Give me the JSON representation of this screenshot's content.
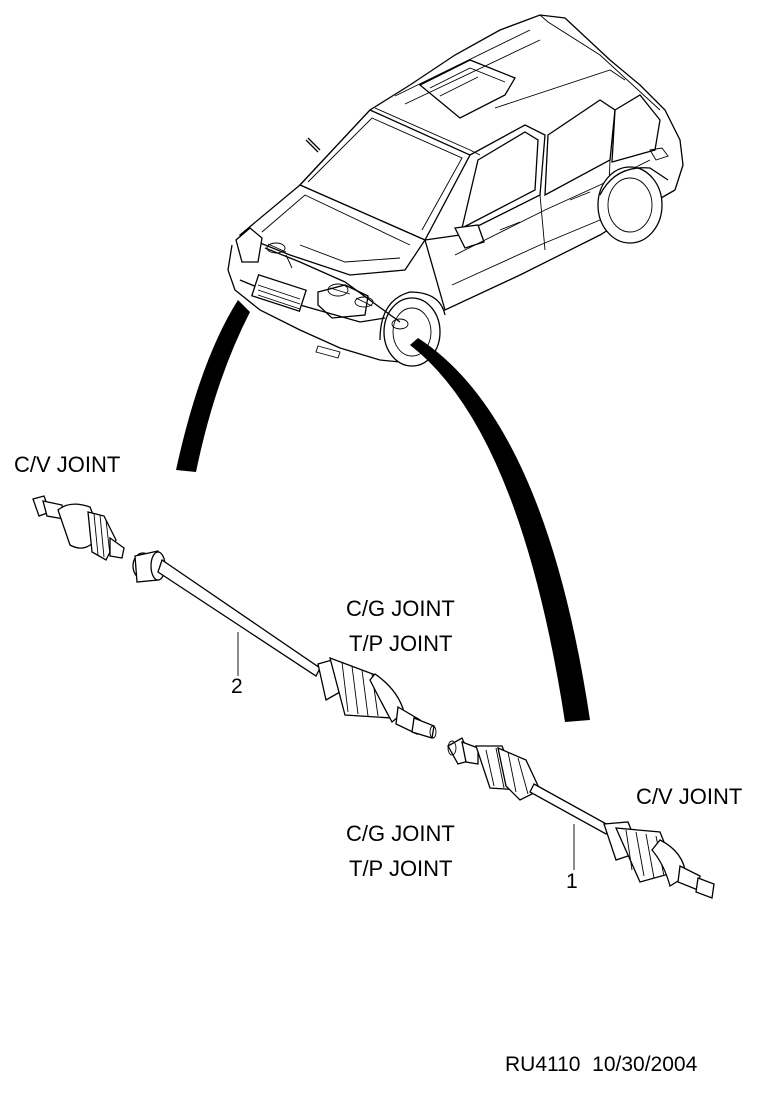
{
  "labels": {
    "cv_joint_top": "C/V JOINT",
    "cg_joint_upper": "C/G JOINT",
    "tp_joint_upper": "T/P JOINT",
    "part_2": "2",
    "cv_joint_right": "C/V JOINT",
    "cg_joint_lower": "C/G JOINT",
    "tp_joint_lower": "T/P JOINT",
    "part_1": "1"
  },
  "footer": {
    "drawing_code": "RU4110",
    "date": "10/30/2004"
  }
}
